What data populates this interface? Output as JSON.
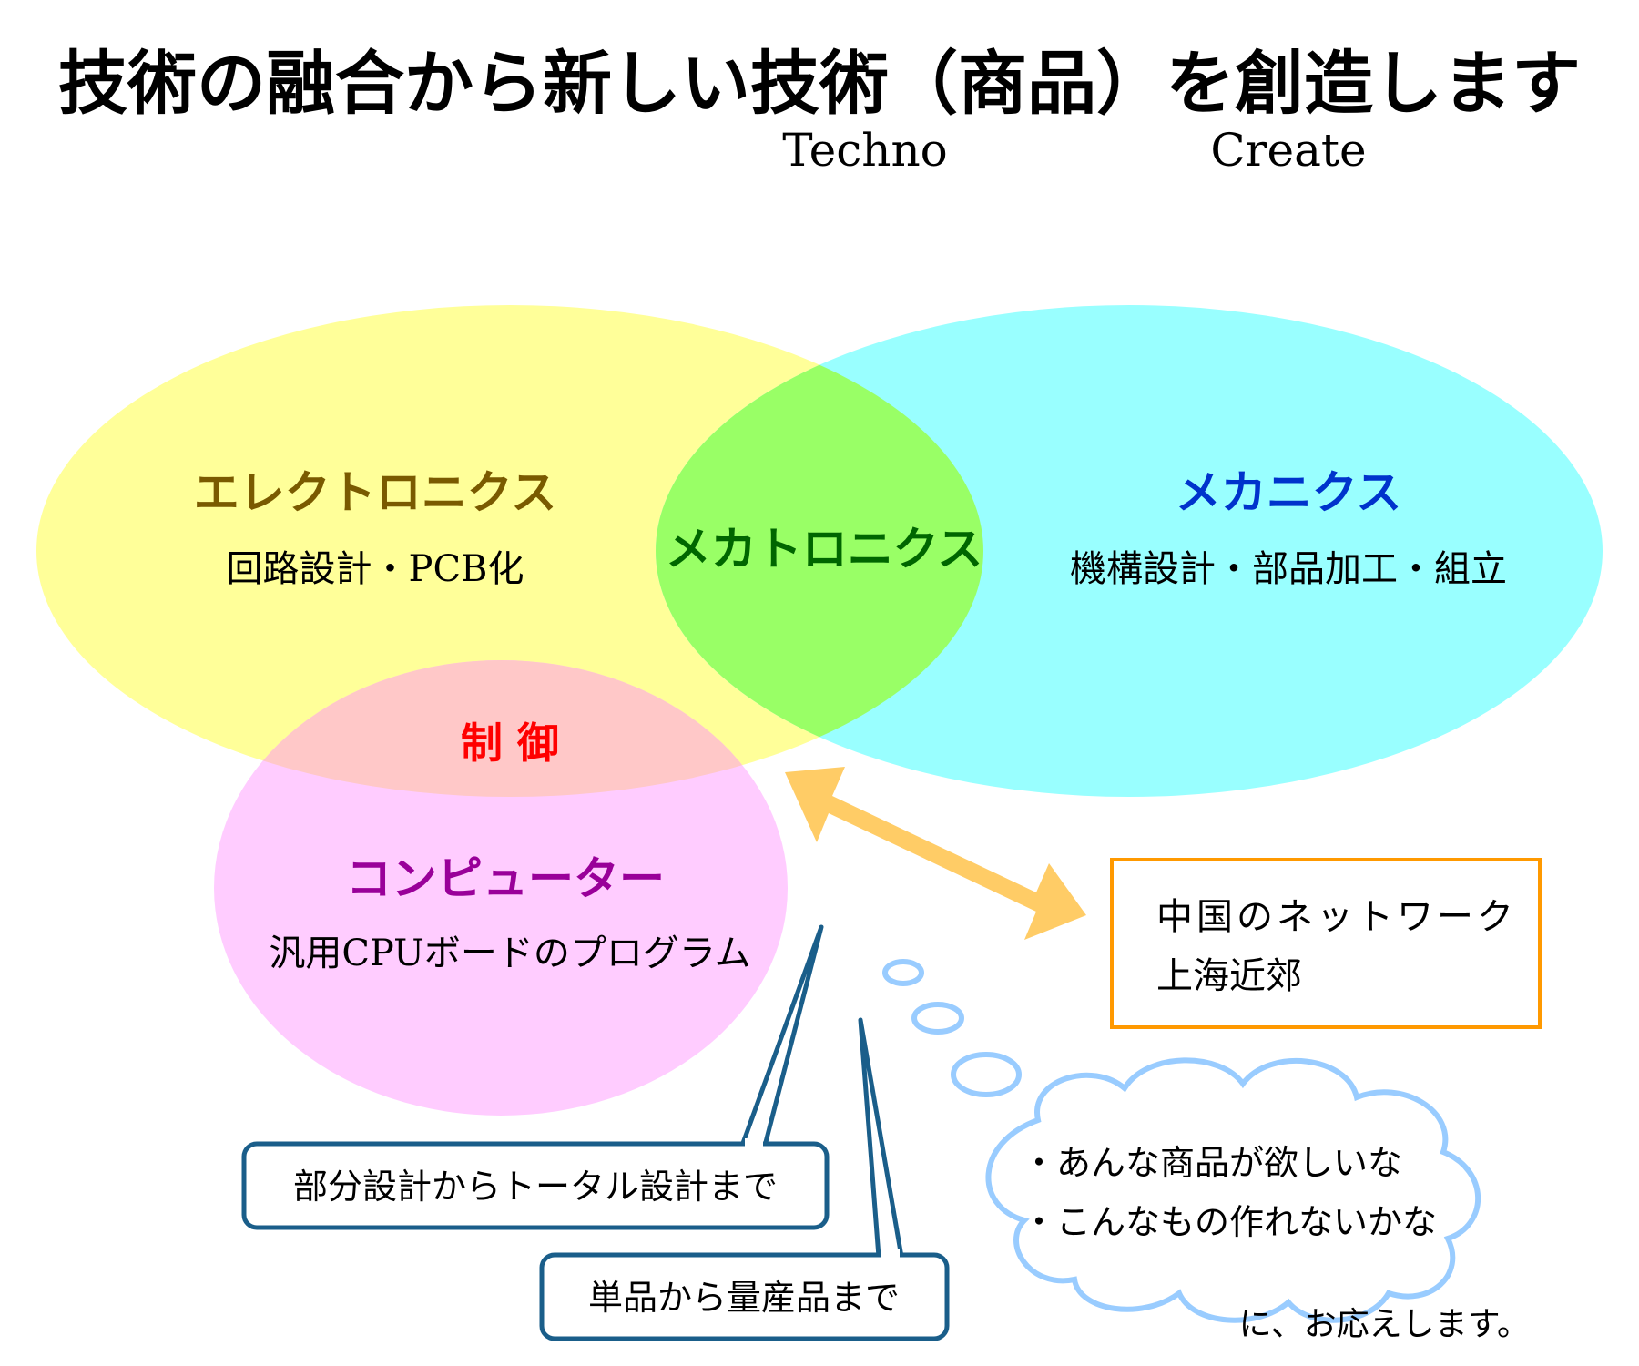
{
  "title": "技術の融合から新しい技術（商品）を創造します",
  "subtitle": {
    "techno": "Techno",
    "create": "Create"
  },
  "colors": {
    "yellow": "#FFFF99",
    "cyan": "#99FFFF",
    "pink": "#FFCCFF",
    "green": "#99FF66",
    "control_overlap": "#FFC8C8",
    "arrow": "#FFCC66",
    "orange_border": "#FF9900",
    "callout_border": "#1A5E8A",
    "cloud_border": "#99CCFF"
  },
  "venn": {
    "electronics": {
      "name": "エレクトロニクス",
      "desc": "回路設計・PCB化",
      "name_color": "#7A5A00"
    },
    "mechanics": {
      "name": "メカニクス",
      "desc": "機構設計・部品加工・組立",
      "name_color": "#0033CC"
    },
    "mechatronics": {
      "name": "メカトロニクス",
      "name_color": "#006600"
    },
    "control": {
      "name": "制 御",
      "name_color": "#FF0000"
    },
    "computer": {
      "name": "コンピューター",
      "desc": "汎用CPUボードのプログラム",
      "name_color": "#990099"
    }
  },
  "network_box": {
    "line1": "中国のネットワーク",
    "line2": "上海近郊"
  },
  "callouts": {
    "design": "部分設計からトータル設計まで",
    "production": "単品から量産品まで"
  },
  "cloud": {
    "line1": "・あんな商品が欲しいな",
    "line2": "・こんなもの作れないかな"
  },
  "closing": "に、お応えします。"
}
